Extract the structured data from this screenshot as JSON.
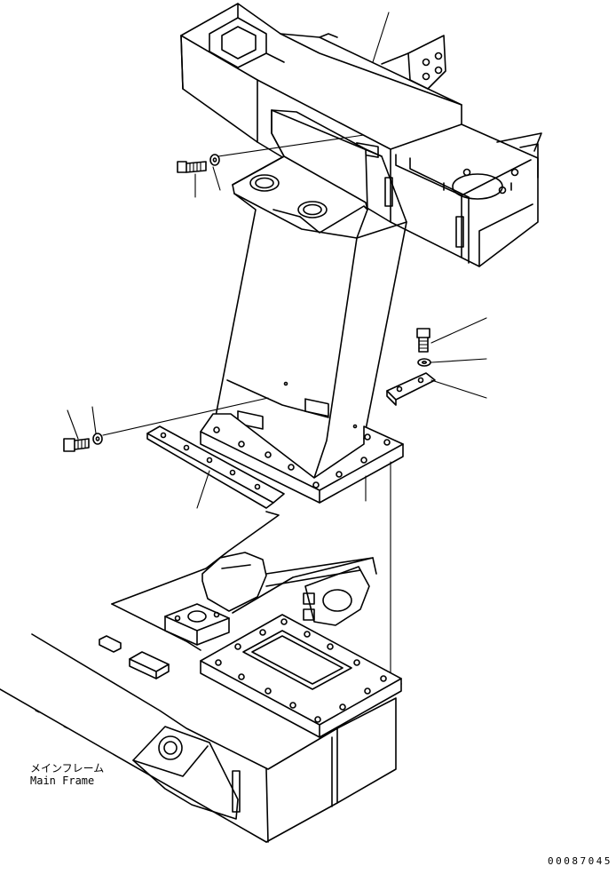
{
  "labels": {
    "main_frame_jp": "メインフレーム",
    "main_frame_en": "Main Frame",
    "drawing_number": "00087045"
  }
}
